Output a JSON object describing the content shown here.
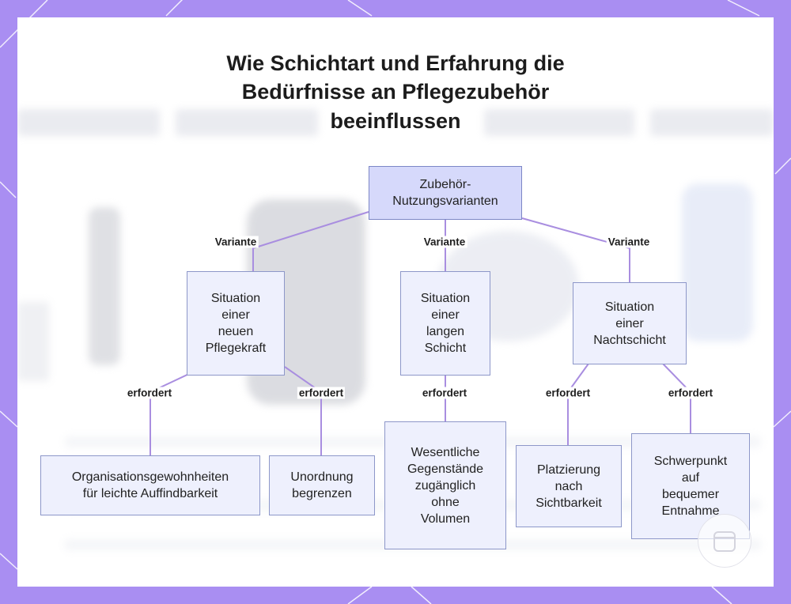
{
  "title_lines": [
    "Wie Schichtart und Erfahrung die",
    "Bedürfnisse an Pflegezubehör",
    "beeinflussen"
  ],
  "nodes": {
    "root": [
      "Zubehör-",
      "Nutzungsvarianten"
    ],
    "new_nurse": [
      "Situation",
      "einer",
      "neuen",
      "Pflegekraft"
    ],
    "long_shift": [
      "Situation",
      "einer",
      "langen",
      "Schicht"
    ],
    "night_shift": [
      "Situation",
      "einer",
      "Nachtschicht"
    ],
    "organization": [
      "Organisationsgewohnheiten",
      "für leichte Auffindbarkeit"
    ],
    "clutter": [
      "Unordnung",
      "begrenzen"
    ],
    "essentials": [
      "Wesentliche",
      "Gegenstände",
      "zugänglich",
      "ohne",
      "Volumen"
    ],
    "visibility": [
      "Platzierung",
      "nach",
      "Sichtbarkeit"
    ],
    "access": [
      "Schwerpunkt",
      "auf",
      "bequemer",
      "Entnahme"
    ]
  },
  "edge_labels": {
    "variant": "Variante",
    "requires": "erfordert"
  },
  "colors": {
    "frame": "#a98ef2",
    "root_fill": "#d6d9fb",
    "node_fill": "#eef0fd",
    "node_border": "#8d97c9",
    "edge": "#a98ee0"
  }
}
